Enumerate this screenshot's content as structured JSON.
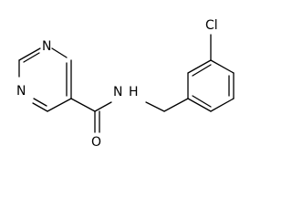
{
  "atoms": {
    "n_upper": "N",
    "n_lower": "N",
    "o": "O",
    "nh": "N",
    "h": "H",
    "cl": "Cl"
  }
}
